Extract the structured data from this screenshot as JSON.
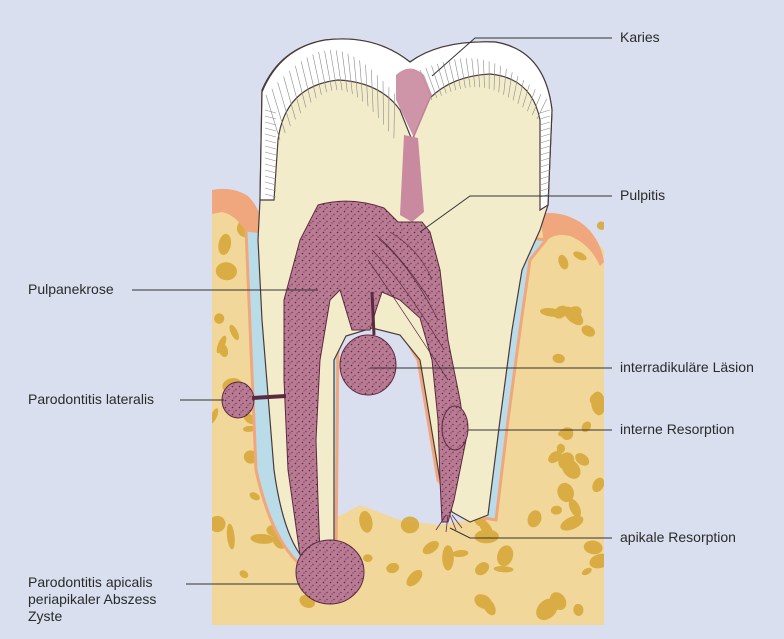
{
  "labels": {
    "karies": "Karies",
    "pulpitis": "Pulpitis",
    "pulpanekrose": "Pulpanekrose",
    "interradikulaere_laesion": "interradikuläre Läsion",
    "parodontitis_lateralis": "Parodontitis lateralis",
    "interne_resorption": "interne Resorption",
    "apikale_resorption": "apikale Resorption",
    "parodontitis_apicalis": "Parodontitis apicalis",
    "periapikaler_abszess": "periapikaler Abszess",
    "zyste": "Zyste"
  },
  "colors": {
    "background": "#d9dfee",
    "enamel": "#ffffff",
    "dentin": "#f3eccb",
    "pulp": "#b97a93",
    "bone": "#f2d79a",
    "bone_pores": "#d7a93a",
    "gingiva": "#f0a77d",
    "periodontal_ligament": "#b9dce8",
    "leader_line": "#333333"
  }
}
